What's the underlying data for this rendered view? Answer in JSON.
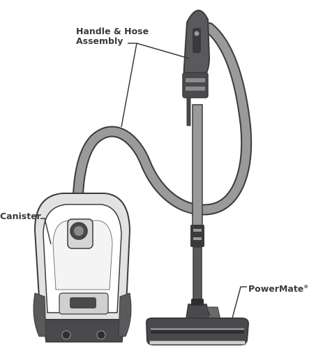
{
  "labels": {
    "handle_line1": "Handle & Hose",
    "handle_line2": "Assembly",
    "canister": "Canister",
    "powermate": "PowerMate",
    "registered": "®"
  },
  "colors": {
    "outline": "#3a3a3c",
    "hose": "#9a9a9c",
    "dark_part": "#4a4a4c",
    "body_light": "#ffffff",
    "body_gray": "#dcdcdc"
  }
}
